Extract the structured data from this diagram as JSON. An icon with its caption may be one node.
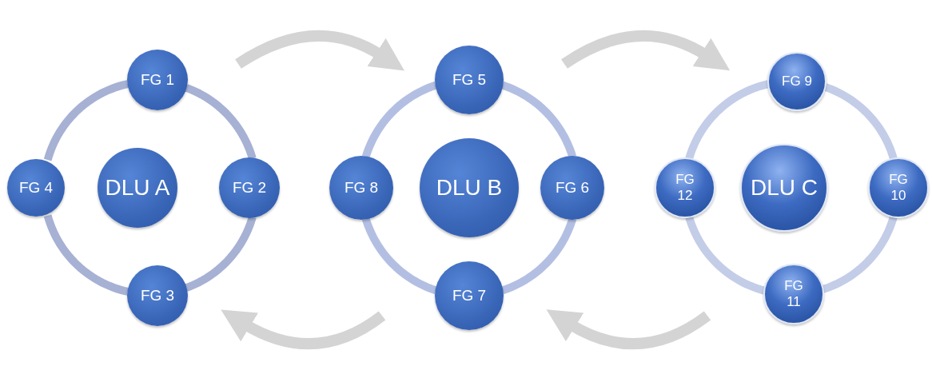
{
  "diagram": {
    "nodes": [
      {
        "text": [
          "DLU A"
        ]
      },
      {
        "text": [
          "FG 1"
        ]
      },
      {
        "text": [
          "FG 2"
        ]
      },
      {
        "text": [
          "FG 3"
        ]
      },
      {
        "text": [
          "FG 4"
        ]
      },
      {
        "text": [
          "DLU B"
        ]
      },
      {
        "text": [
          "FG 5"
        ]
      },
      {
        "text": [
          "FG 6"
        ]
      },
      {
        "text": [
          "FG 7"
        ]
      },
      {
        "text": [
          "FG 8"
        ]
      },
      {
        "text": [
          "DLU C"
        ]
      },
      {
        "text": [
          "FG 9"
        ]
      },
      {
        "text": [
          "FG 10"
        ]
      },
      {
        "text": [
          "FG 11"
        ]
      },
      {
        "text": [
          "FG 12"
        ]
      }
    ],
    "edges": [
      {
        "from": 1,
        "to": 2,
        "arrow": "none"
      },
      {
        "from": 2,
        "to": 3,
        "arrow": "none"
      },
      {
        "from": 3,
        "to": 4,
        "arrow": "none"
      },
      {
        "from": 4,
        "to": 1,
        "arrow": "none"
      },
      {
        "from": 6,
        "to": 7,
        "arrow": "none"
      },
      {
        "from": 7,
        "to": 8,
        "arrow": "none"
      },
      {
        "from": 8,
        "to": 9,
        "arrow": "none"
      },
      {
        "from": 9,
        "to": 6,
        "arrow": "none"
      },
      {
        "from": 11,
        "to": 12,
        "arrow": "none"
      },
      {
        "from": 12,
        "to": 13,
        "arrow": "none"
      },
      {
        "from": 13,
        "to": 14,
        "arrow": "none"
      },
      {
        "from": 14,
        "to": 11,
        "arrow": "none"
      }
    ]
  }
}
